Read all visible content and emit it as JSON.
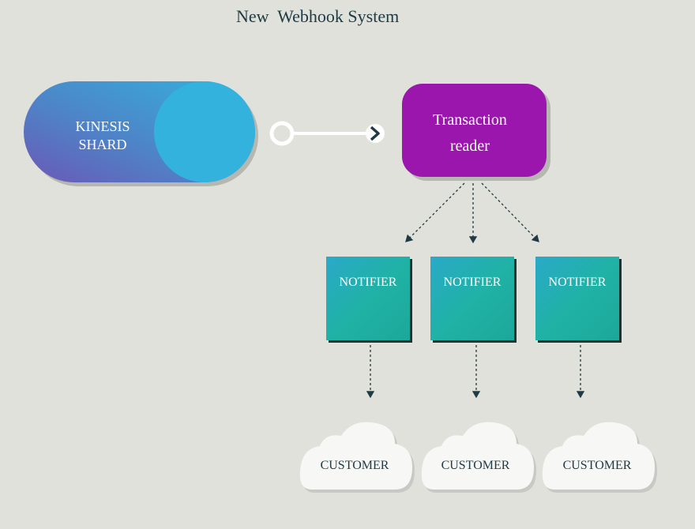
{
  "title": "New  Webhook System",
  "nodes": {
    "kinesis": {
      "line1": "KINESIS",
      "line2": "SHARD"
    },
    "reader": {
      "line1": "Transaction",
      "line2": "reader"
    },
    "notifiers": [
      "NOTIFIER",
      "NOTIFIER",
      "NOTIFIER"
    ],
    "customers": [
      "CUSTOMER",
      "CUSTOMER",
      "CUSTOMER"
    ]
  },
  "colors": {
    "background": "#dfe1da",
    "kinesis_start": "#6a5bb8",
    "kinesis_end": "#33b2dd",
    "reader": "#9b16ad",
    "notifier": "#22b0a8",
    "cloud": "#f7f7f5",
    "arrow": "#1f3a44"
  }
}
